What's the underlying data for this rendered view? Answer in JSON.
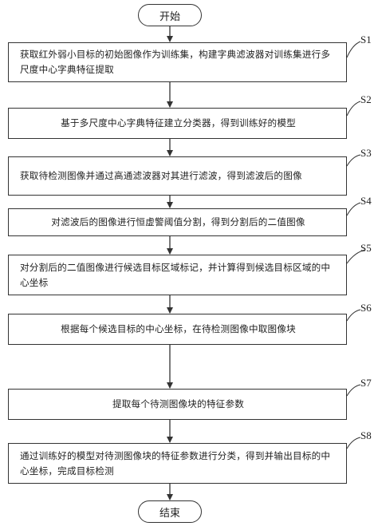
{
  "start": "开始",
  "end": "结束",
  "steps": [
    {
      "id": "S1",
      "text": "获取红外弱小目标的初始图像作为训练集，构建字典滤波器对训练集进行多尺度中心字典特征提取"
    },
    {
      "id": "S2",
      "text": "基于多尺度中心字典特征建立分类器，得到训练好的模型"
    },
    {
      "id": "S3",
      "text": "获取待检测图像并通过高通滤波器对其进行滤波，得到滤波后的图像"
    },
    {
      "id": "S4",
      "text": "对滤波后的图像进行恒虚警阈值分割，得到分割后的二值图像"
    },
    {
      "id": "S5",
      "text": "对分割后的二值图像进行候选目标区域标记，并计算得到候选目标区域的中心坐标"
    },
    {
      "id": "S6",
      "text": "根据每个候选目标的中心坐标，在待检测图像中取图像块"
    },
    {
      "id": "S7",
      "text": "提取每个待测图像块的特征参数"
    },
    {
      "id": "S8",
      "text": "通过训练好的模型对待测图像块的特征参数进行分类，得到并输出目标的中心坐标，完成目标检测"
    }
  ]
}
